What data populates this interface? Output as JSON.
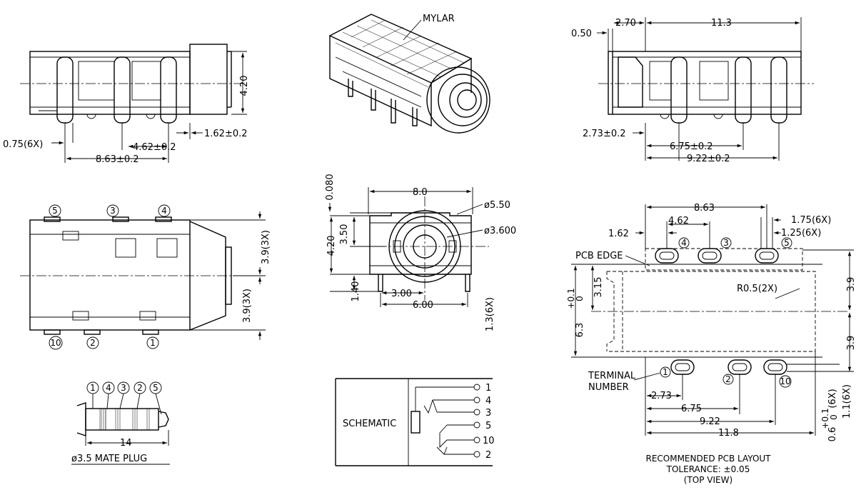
{
  "labels": {
    "mylar": "MYLAR",
    "schematic": "SCHEMATIC",
    "pcb_edge": "PCB EDGE",
    "terminal_1": "TERMINAL",
    "terminal_2": "NUMBER",
    "mate_plug": "ø3.5 MATE PLUG",
    "pcb_layout_1": "RECOMMENDED PCB LAYOUT",
    "pcb_layout_2": "TOLERANCE: ±0.05",
    "pcb_layout_3": "(TOP VIEW)"
  },
  "side_left": {
    "height": "4.20",
    "pin_width": "0.75(6X)",
    "pitch_a": "4.62±0.2",
    "pitch_b": "8.63±0.2",
    "offset": "1.62±0.2"
  },
  "side_right": {
    "a": "0.50",
    "b": "2.70",
    "length": "11.3",
    "c": "2.73±0.2",
    "d": "6.75±0.2",
    "e": "9.22±0.2"
  },
  "top_view": {
    "pins_top": [
      "5",
      "3",
      "4"
    ],
    "pins_bottom": [
      "10",
      "2",
      "1"
    ],
    "dim_upper": "3.9(3X)",
    "dim_lower": "3.9(3X)"
  },
  "front_view": {
    "top": "0.080",
    "width": "8.0",
    "dia_outer": "ø5.50",
    "dia_inner": "ø3.600",
    "height": "4.20",
    "center": "3.50",
    "base": "1.40",
    "half": "3.00",
    "pin_span": "6.00",
    "pin": "1.3(6X)"
  },
  "plug": {
    "pins": [
      "1",
      "4",
      "3",
      "2",
      "5"
    ],
    "length": "14"
  },
  "schematic_pins": [
    "1",
    "4",
    "3",
    "5",
    "10",
    "2"
  ],
  "pcb": {
    "d_863": "8.63",
    "d_462": "4.62",
    "d_162": "1.62",
    "d_175": "1.75(6X)",
    "d_125": "1.25(6X)",
    "pins_top": [
      "4",
      "3",
      "5"
    ],
    "pins_bottom": [
      "1",
      "2",
      "10"
    ],
    "d_315": "3.15",
    "d_63": "6.3",
    "tol_63_plus": "+0.1",
    "tol_63_minus": "0",
    "d_39a": "3.9",
    "d_39b": "3.9",
    "radius": "R0.5(2X)",
    "d_273": "2.73",
    "d_675": "6.75",
    "d_922": "9.22",
    "d_118": "11.8",
    "d_06": "0.6",
    "tol_06_plus": "+0.1",
    "tol_06_minus": "0",
    "d_06_suffix": "(6X)",
    "d_11": "1.1(6X)"
  }
}
